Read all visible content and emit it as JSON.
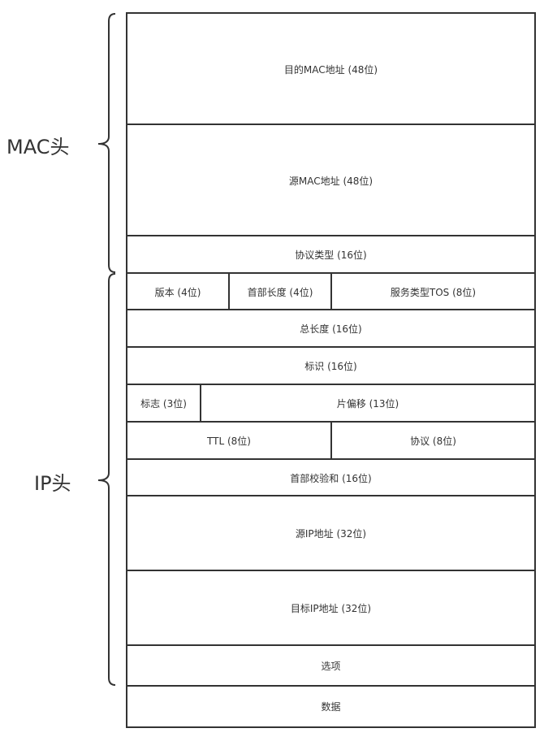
{
  "groups": {
    "mac": "MAC头",
    "ip": "IP头"
  },
  "fields": {
    "dst_mac": "目的MAC地址 (48位)",
    "src_mac": "源MAC地址 (48位)",
    "proto_type": "协议类型 (16位)",
    "version": "版本 (4位)",
    "ihl": "首部长度 (4位)",
    "tos": "服务类型TOS (8位)",
    "total_len": "总长度 (16位)",
    "ident": "标识 (16位)",
    "flags": "标志 (3位)",
    "frag_offset": "片偏移 (13位)",
    "ttl": "TTL (8位)",
    "protocol": "协议 (8位)",
    "checksum": "首部校验和 (16位)",
    "src_ip": "源IP地址 (32位)",
    "dst_ip": "目标IP地址 (32位)",
    "options": "选项",
    "data": "数据"
  }
}
